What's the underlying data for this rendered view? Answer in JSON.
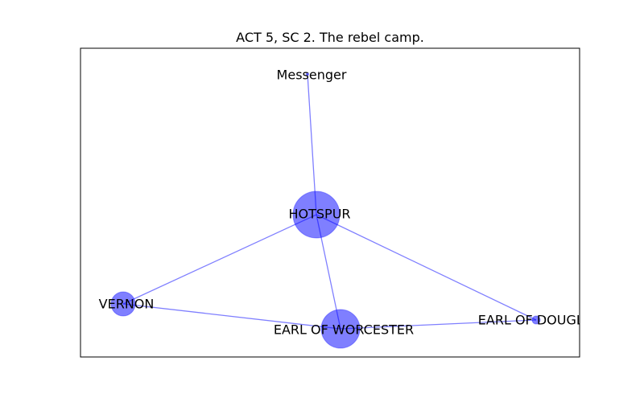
{
  "figure": {
    "title": "ACT 5, SC 2. The rebel camp."
  },
  "chart_data": {
    "type": "network",
    "title": "ACT 5, SC 2. The rebel camp.",
    "node_color": "#0000ff",
    "edge_color": "#0000ff",
    "nodes": [
      {
        "id": "messenger",
        "label": "Messenger",
        "size": "very small"
      },
      {
        "id": "hotspur",
        "label": "HOTSPUR",
        "size": "largest"
      },
      {
        "id": "vernon",
        "label": "VERNON",
        "size": "small"
      },
      {
        "id": "worcester",
        "label": "EARL OF WORCESTER",
        "size": "large"
      },
      {
        "id": "douglas",
        "label": "EARL OF DOUGLAS",
        "size": "very small"
      }
    ],
    "edges": [
      {
        "source": "messenger",
        "target": "hotspur"
      },
      {
        "source": "hotspur",
        "target": "vernon"
      },
      {
        "source": "hotspur",
        "target": "worcester"
      },
      {
        "source": "hotspur",
        "target": "douglas"
      },
      {
        "source": "vernon",
        "target": "worcester"
      },
      {
        "source": "worcester",
        "target": "douglas"
      }
    ]
  }
}
